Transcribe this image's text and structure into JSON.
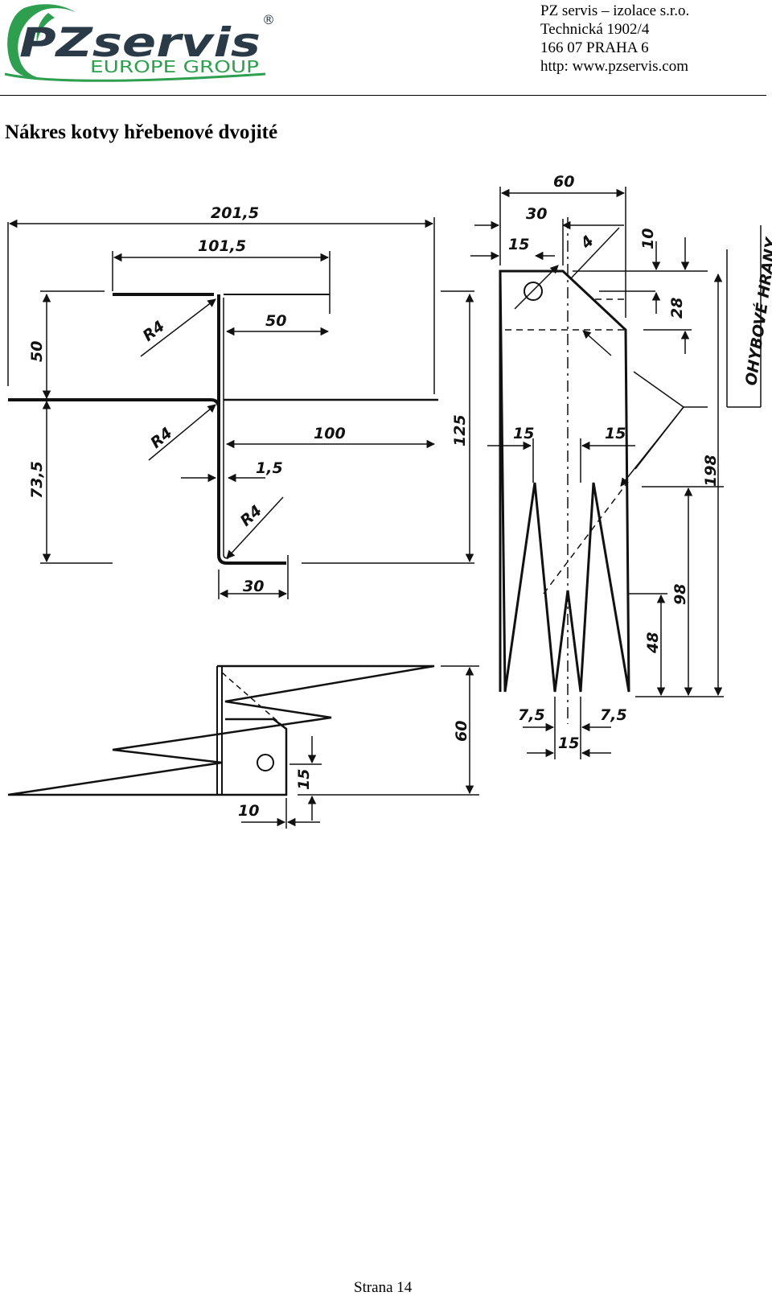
{
  "header": {
    "logo": {
      "brand": "PZservis",
      "registered": "®",
      "subtitle": "EUROPE GROUP",
      "colors": {
        "brand_dark": "#2a3b47",
        "brand_green": "#2e9e4f"
      }
    },
    "company_lines": [
      "PZ servis – izolace s.r.o.",
      "Technická 1902/4",
      "166 07  PRAHA 6",
      "http: www.pzservis.com"
    ]
  },
  "title": "Nákres kotvy hřebenové dvojité",
  "drawing": {
    "dims": {
      "d201_5": "201,5",
      "d101_5": "101,5",
      "d50_top": "50",
      "d50_left": "50",
      "r4_a": "R4",
      "r4_b": "R4",
      "r4_c": "R4",
      "d100": "100",
      "d125": "125",
      "d73_5": "73,5",
      "d1_5": "1,5",
      "d30_bottom": "30",
      "d60_top": "60",
      "d30_top": "30",
      "d15_top": "15",
      "d4": "4",
      "d10": "10",
      "d28": "28",
      "ohyb": "OHYBOVÉ  HRANY",
      "d15_l": "15",
      "d15_r": "15",
      "d198": "198",
      "d98": "98",
      "d48": "48",
      "d7_5_l": "7,5",
      "d7_5_r": "7,5",
      "d15_bottom": "15",
      "d60_side": "60",
      "d15_side": "15",
      "d10_side": "10"
    }
  },
  "footer": {
    "page": "Strana 14"
  }
}
